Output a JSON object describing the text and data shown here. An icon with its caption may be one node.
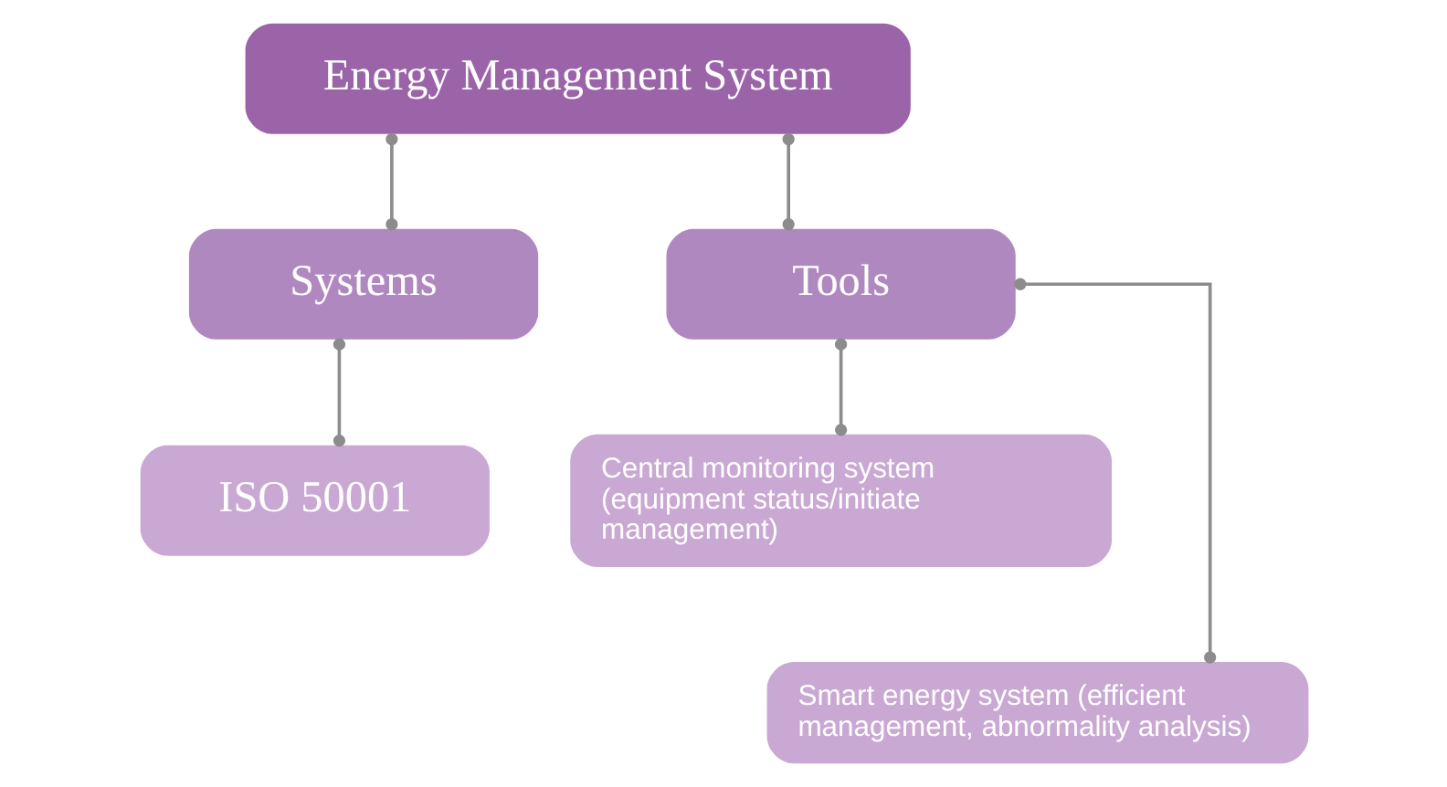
{
  "diagram": {
    "nodes": [
      {
        "text": [
          "Energy Management System"
        ]
      },
      {
        "text": [
          "Systems"
        ]
      },
      {
        "text": [
          "Tools"
        ]
      },
      {
        "text": [
          "ISO 50001"
        ]
      },
      {
        "text": [
          "Central monitoring system (equipment status/initiate management)"
        ]
      },
      {
        "text": [
          "Smart energy system (efficient management, abnormality analysis)"
        ]
      }
    ],
    "edges": [
      {
        "from": 0,
        "to": 1,
        "arrow": "other"
      },
      {
        "from": 0,
        "to": 2,
        "arrow": "other"
      },
      {
        "from": 1,
        "to": 3,
        "arrow": "other"
      },
      {
        "from": 2,
        "to": 4,
        "arrow": "other"
      },
      {
        "from": 2,
        "to": 5,
        "arrow": "other"
      }
    ]
  }
}
